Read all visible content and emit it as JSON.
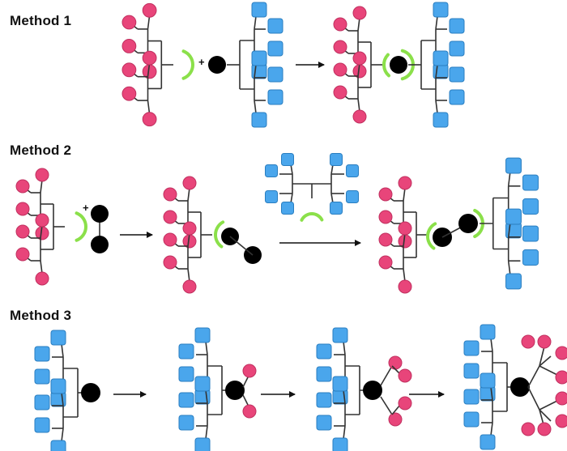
{
  "sections": [
    {
      "title": "Method 1"
    },
    {
      "title": "Method 2"
    },
    {
      "title": "Method 3"
    }
  ],
  "plus_sign": "+",
  "colors": {
    "pink_terminal": "#e8457a",
    "blue_terminal": "#4aa6ec",
    "core": "#000000",
    "linker_arc": "#8be04a",
    "branch_line": "#333333"
  },
  "icons": {
    "pink": "pink-circle-terminal-icon",
    "blue": "blue-square-terminal-icon",
    "core": "black-core-sphere-icon",
    "linker": "green-arc-linker-icon",
    "arrow": "right-arrow-icon"
  }
}
